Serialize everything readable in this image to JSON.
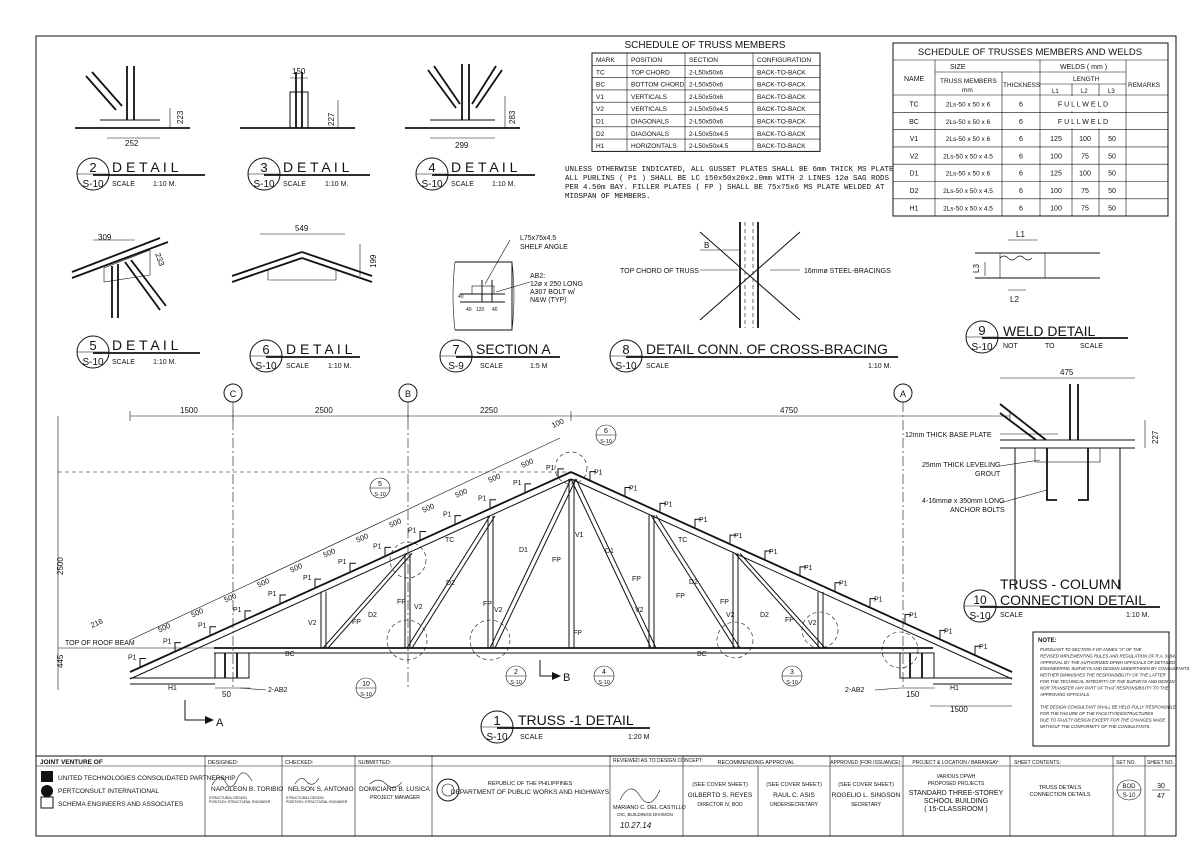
{
  "sheet": {
    "title_main": "TRUSS -1   DETAIL",
    "title_num": "1",
    "title_ref": "S-10",
    "title_scale": "SCALE",
    "title_scale_val": "1:20 M"
  },
  "details": [
    {
      "num": "2",
      "ref": "S-10",
      "title": "D E T A I L",
      "scale": "SCALE",
      "scale_val": "1:10 M.",
      "dims": [
        "252",
        "223"
      ]
    },
    {
      "num": "3",
      "ref": "S-10",
      "title": "D E T A I L",
      "scale": "SCALE",
      "scale_val": "1:10 M.",
      "dims": [
        "150",
        "227"
      ]
    },
    {
      "num": "4",
      "ref": "S-10",
      "title": "D E T A I L",
      "scale": "SCALE",
      "scale_val": "1:10 M.",
      "dims": [
        "299",
        "283"
      ]
    },
    {
      "num": "5",
      "ref": "S-10",
      "title": "D E T A I L",
      "scale": "SCALE",
      "scale_val": "1:10 M.",
      "dims": [
        "309",
        "233"
      ]
    },
    {
      "num": "6",
      "ref": "S-10",
      "title": "D E T A I L",
      "scale": "SCALE",
      "scale_val": "1:10 M.",
      "dims": [
        "549",
        "199"
      ]
    }
  ],
  "section_a": {
    "num": "7",
    "ref": "S-9",
    "title": "SECTION A",
    "scale": "SCALE",
    "scale_val": "1:5 M",
    "notes": [
      "L75x75x4.5",
      "SHELF ANGLE",
      "AB2:",
      "12ø x 250 LONG",
      "A307 BOLT w/",
      "N&W (TYP)"
    ],
    "dims": [
      "120",
      "40",
      "40",
      "40"
    ]
  },
  "bracing": {
    "num": "8",
    "ref": "S-10",
    "title": "DETAIL CONN. OF CROSS-BRACING",
    "scale": "SCALE",
    "scale_val": "1:10 M.",
    "label_left": "TOP CHORD OF TRUSS",
    "label_right": "16mmø STEEL-BRACINGS",
    "mark": "B"
  },
  "weld_detail": {
    "num": "9",
    "ref": "S-10",
    "title": "WELD DETAIL",
    "scale_a": "NOT",
    "scale_b": "TO",
    "scale_c": "SCALE",
    "labels": [
      "L1",
      "L3",
      "L2"
    ]
  },
  "column_conn": {
    "num": "10",
    "ref": "S-10",
    "title_1": "TRUSS - COLUMN",
    "title_2": "CONNECTION DETAIL",
    "scale": "SCALE",
    "scale_val": "1:10 M.",
    "dims": [
      "475",
      "227"
    ],
    "notes": [
      "12mm THICK BASE PLATE",
      "25mm THICK LEVELING",
      "GROUT",
      "4-16mmø x 350mm LONG",
      "ANCHOR BOLTS"
    ]
  },
  "schedule_truss": {
    "title": "SCHEDULE OF TRUSS MEMBERS",
    "headers": [
      "MARK",
      "POSITION",
      "SECTION",
      "CONFIGURATION"
    ],
    "rows": [
      [
        "TC",
        "TOP CHORD",
        "2-L50x50x6",
        "BACK-TO-BACK"
      ],
      [
        "BC",
        "BOTTOM CHORD",
        "2-L50x50x6",
        "BACK-TO-BACK"
      ],
      [
        "V1",
        "VERTICALS",
        "2-L50x50x6",
        "BACK-TO-BACK"
      ],
      [
        "V2",
        "VERTICALS",
        "2-L50x50x4.5",
        "BACK-TO-BACK"
      ],
      [
        "D1",
        "DIAGONALS",
        "2-L50x50x6",
        "BACK-TO-BACK"
      ],
      [
        "D2",
        "DIAGONALS",
        "2-L50x50x4.5",
        "BACK-TO-BACK"
      ],
      [
        "H1",
        "HORIZONTALS",
        "2-L50x50x4.5",
        "BACK-TO-BACK"
      ]
    ]
  },
  "general_note": [
    "UNLESS OTHERWISE INDICATED, ALL GUSSET PLATES SHALL BE 6mm THICK MS PLATE",
    "ALL PURLINS ( P1 ) SHALL BE LC 150x50x20x2.0mm  WITH 2 LINES 12ø SAG RODS",
    "PER 4.50m BAY. FILLER PLATES ( FP ) SHALL BE 75x75x6 MS PLATE WELDED AT",
    "MIDSPAN OF MEMBERS."
  ],
  "schedule_welds": {
    "title": "SCHEDULE    OF TRUSSES MEMBERS AND   WELDS",
    "h_name": "NAME",
    "h_size": "SIZE",
    "h_members": "TRUSS MEMBERS",
    "h_mm": "mm",
    "h_thick": "THICKNESS",
    "h_welds": "WELDS  ( mm )",
    "h_length": "LENGTH",
    "h_l1": "L1",
    "h_l2": "L2",
    "h_l3": "L3",
    "h_remarks": "REMARKS",
    "rows": [
      [
        "TC",
        "2Ls-50 x 50 x 6",
        "6",
        "F U L L   W E L D",
        "",
        ""
      ],
      [
        "BC",
        "2Ls-50 x 50 x 6",
        "6",
        "F U L L   W E L D",
        "",
        ""
      ],
      [
        "V1",
        "2Ls-50 x 50 x 6",
        "6",
        "125",
        "100",
        "50"
      ],
      [
        "V2",
        "2Ls-50 x 50 x 4.5",
        "6",
        "100",
        "75",
        "50"
      ],
      [
        "D1",
        "2Ls-50 x 50 x 6",
        "6",
        "125",
        "100",
        "50"
      ],
      [
        "D2",
        "2Ls-50 x 50 x 4.5",
        "6",
        "100",
        "75",
        "50"
      ],
      [
        "H1",
        "2Ls-50 x 50 x 4.5",
        "6",
        "100",
        "75",
        "50"
      ]
    ]
  },
  "truss": {
    "grid": [
      "C",
      "B",
      "A"
    ],
    "spans": [
      "1500",
      "2500",
      "2250",
      "4750"
    ],
    "height": "2500",
    "eave": "445",
    "overhang": "218",
    "base": "1500",
    "end": "150",
    "end2": "50",
    "top_label": "TOP OF ROOF BEAM",
    "bolt_label": "2-AB2",
    "section_mark": "A",
    "section_mark_b": "B",
    "purlin": "P1",
    "spacing": "500",
    "spacing_top": "100",
    "members": [
      "TC",
      "BC",
      "V1",
      "V2",
      "D1",
      "D2",
      "FP",
      "H1"
    ],
    "callouts": [
      {
        "num": "5",
        "ref": "S-10"
      },
      {
        "num": "6",
        "ref": "S-10"
      },
      {
        "num": "10",
        "ref": "S-10"
      },
      {
        "num": "2",
        "ref": "S-10"
      },
      {
        "num": "4",
        "ref": "S-10"
      },
      {
        "num": "3",
        "ref": "S-10"
      }
    ]
  },
  "notes_box": {
    "title": "NOTE:",
    "lines": [
      "PURSUANT TO SECTION # OF ANNEX \"A\" OF THE",
      "REVISED IMPLEMENTING RULES AND REGULATION OF R.A. 9184,",
      "APPROVAL BY THE AUTHORIZED DPWH OFFICIALS OF DETAILED",
      "ENGINEERING SURVEYS AND DESIGN UNDERTAKEN BY CONSULTANTS",
      "NEITHER DIMINISHES THE RESPONSIBILITY OF THE LATTER",
      "FOR THE TECHNICAL INTEGRITY OF THE SURVEYS AND DESIGN",
      "NOR TRANSFER ANY PART OF THAT RESPONSIBILITY TO THE",
      "APPROVING OFFICIALS.",
      "",
      "THE DESIGN CONSULTANT SHALL BE HELD FULLY RESPONSIBLE",
      "FOR THE FAILURE OF THE FACILITY/IES/STRUCTURES",
      "DUE TO FAULTY DESIGN EXCEPT FOR THE CHANGES MADE",
      "WITHOUT THE CONFORMITY OF THE CONSULTANTS."
    ]
  },
  "title_block": {
    "jv": "JOINT VENTURE OF",
    "firms": [
      "UNITED TECHNOLOGIES CONSOLIDATED PARTNERSHIP",
      "PERTCONSULT INTERNATIONAL",
      "SCHEMA ENGINEERS AND ASSOCIATES"
    ],
    "designed_h": "DESIGNED:",
    "designed": "NAPOLEON B. TORIBIO",
    "designed_role": "STRUCTURAL DESIGN",
    "designed_pos": "POSITION: STRUCTURAL ENGINEER",
    "checked_h": "CHECKED:",
    "checked": "NELSON S. ANTONIO",
    "checked_role": "STRUCTURAL DESIGN",
    "checked_pos": "POSITION: STRUCTURAL ENGINEER",
    "submitted_h": "SUBMITTED:",
    "submitted": "DOMICIANO B. LUSICA",
    "submitted_role": "PROJECT MANAGER",
    "republic": "REPUBLIC OF THE PHILIPPINES",
    "dpwh": "DEPARTMENT OF PUBLIC WORKS AND HIGHWAYS",
    "reviewed_h": "REVIEWED AS TO DESIGN CONCEPT:",
    "reviewed": "MARIANO C. DEL CASTILLO",
    "reviewed_role": "OIC, BUILDINGS DIVISION",
    "reviewed_date": "10.27.14",
    "recommending_h": "RECOMMENDING APPROVAL",
    "see1": "(SEE COVER SHEET)",
    "rec1": "GILBERTO S. REYES",
    "rec1_role": "DIRECTOR IV, BOD",
    "see2": "(SEE COVER SHEET)",
    "rec2": "RAUL C. ASIS",
    "rec2_role": "UNDERSECRETARY",
    "approved_h": "APPROVED (FOR ISSUANCE):",
    "see3": "(SEE COVER SHEET)",
    "app": "ROGELIO L. SINGSON",
    "app_role": "SECRETARY",
    "project_h": "PROJECT & LOCATION / BARANGAY:",
    "project_1": "VARIOUS DPWH",
    "project_2": "PROPOSED PROJECTS",
    "project_3": "STANDARD THREE-STOREY",
    "project_4": "SCHOOL BUILDING",
    "project_5": "( 15-CLASSROOM )",
    "contents_h": "SHEET CONTENTS:",
    "contents_1": "TRUSS DETAILS",
    "contents_2": "CONNECTION DETAILS",
    "setno_h": "SET NO.",
    "setno_1": "BOD",
    "setno_2": "S-10",
    "sheetno_h": "SHEET NO.",
    "sheet_1": "30",
    "sheet_2": "47"
  }
}
